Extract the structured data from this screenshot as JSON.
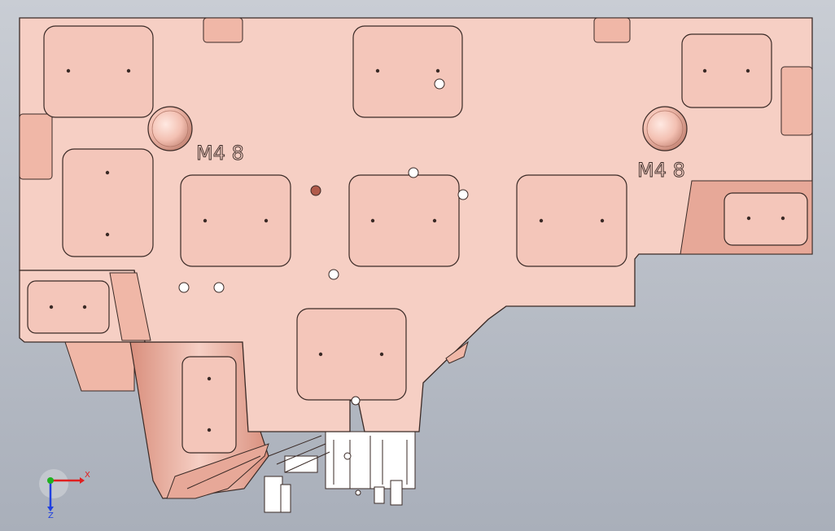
{
  "viewport": {
    "background_top": "#c9cdd4",
    "background_bottom": "#a9afba",
    "part_color": "#f6cfc4",
    "edge_color": "#3a2a26"
  },
  "annotations": {
    "label_left": "M4 8",
    "label_right": "M4 8"
  },
  "triad": {
    "x_label": "X",
    "z_label": "Z",
    "x_color": "#e02020",
    "y_color": "#20b020",
    "z_color": "#2040e0"
  }
}
